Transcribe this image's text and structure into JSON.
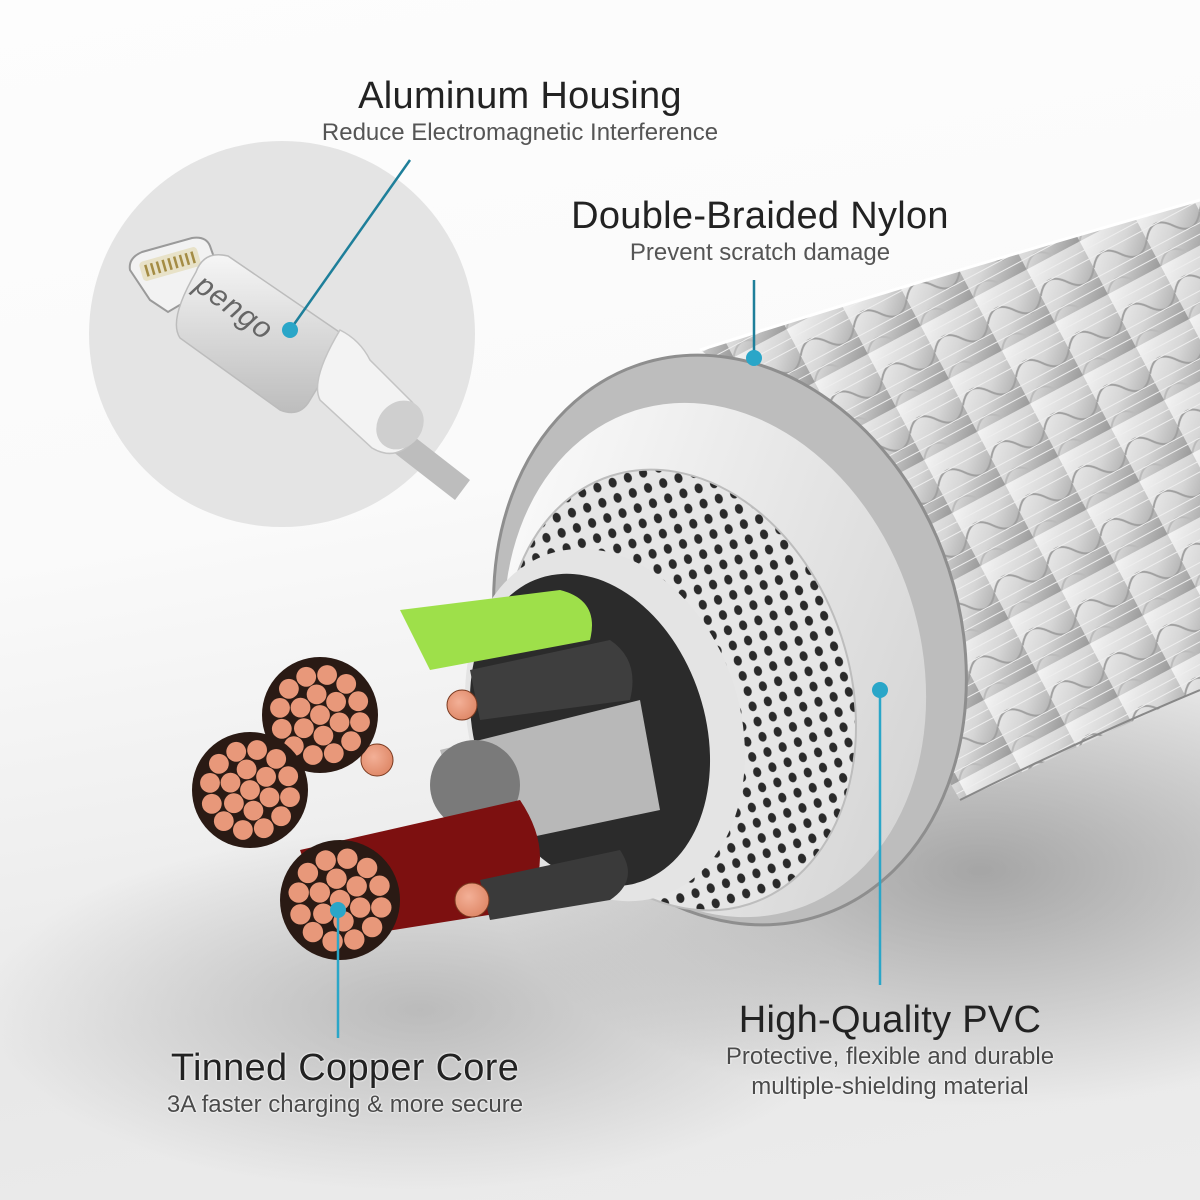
{
  "callouts": {
    "aluminum_housing": {
      "title": "Aluminum Housing",
      "subtitle": "Reduce Electromagnetic Interference"
    },
    "double_braided_nylon": {
      "title": "Double-Braided Nylon",
      "subtitle": "Prevent scratch damage"
    },
    "high_quality_pvc": {
      "title": "High-Quality PVC",
      "subtitle_line1": "Protective, flexible and durable",
      "subtitle_line2": "multiple-shielding material"
    },
    "tinned_copper_core": {
      "title": "Tinned Copper Core",
      "subtitle": "3A faster charging & more secure"
    }
  },
  "connector": {
    "brand": "pengo",
    "type": "lightning-connector"
  },
  "colors": {
    "callout_line": "#1e8fae",
    "callout_dot": "#2aa6c8",
    "copper": "#e8987a",
    "green_sheath": "#9ee04a",
    "red_sheath": "#8a1010",
    "dark_sheath": "#3a3a3a",
    "silver": "#c8c8c8",
    "inset_circle": "#e4e4e4"
  }
}
